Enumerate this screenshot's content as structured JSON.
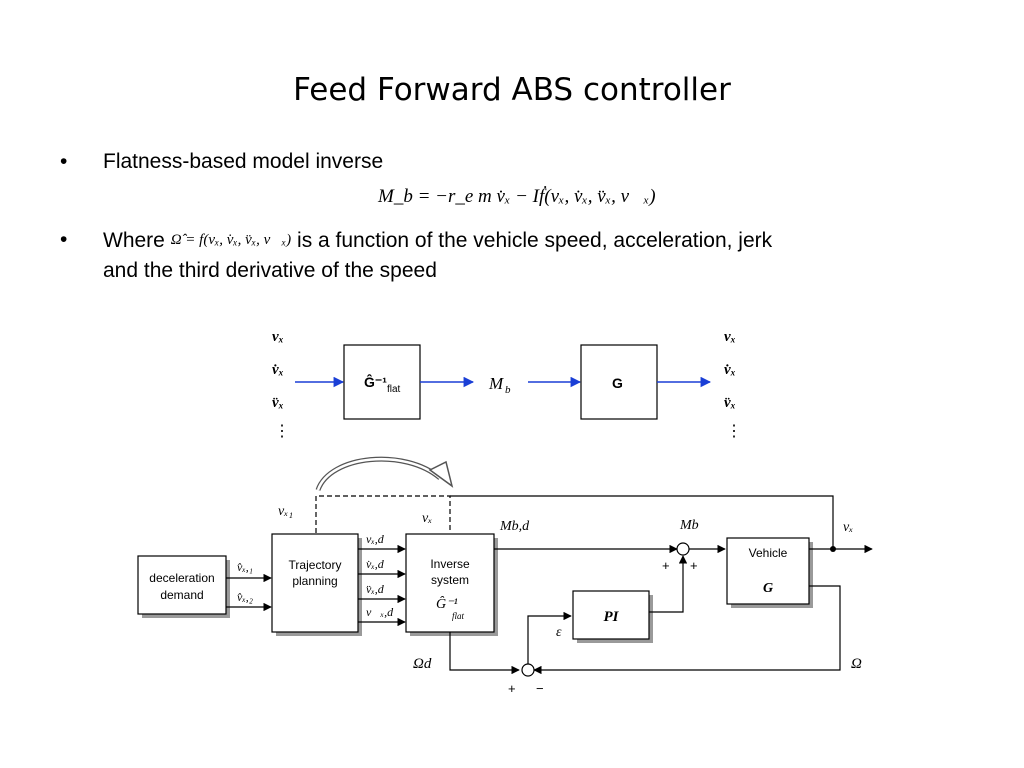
{
  "slide": {
    "title": "Feed Forward ABS controller",
    "bullets": [
      {
        "text": "Flatness-based model inverse"
      },
      {
        "prefix": "Where",
        "inline_formula": "Ω̂ = f(vₓ, v̇ₓ, v̈ₓ, v⃛ₓ)",
        "text": "is a function of the vehicle speed, acceleration, jerk",
        "text_line2": "and the third derivative of the speed"
      }
    ],
    "equation": "M_b = −r_e m v̇ₓ − Iḟ(vₓ, v̇ₓ, v̈ₓ, v⃛ₓ)"
  },
  "top_diagram": {
    "inputs": [
      "vₓ",
      "v̇ₓ",
      "v̈ₓ",
      "⋮"
    ],
    "inverse_block": "Ĝ⁻¹",
    "inverse_block_sub": "flat",
    "signal": "M",
    "signal_sub": "b",
    "plant_block": "G",
    "outputs": [
      "vₓ",
      "v̇ₓ",
      "v̈ₓ",
      "⋮"
    ]
  },
  "bottom_diagram": {
    "decel_block": [
      "deceleration",
      "demand"
    ],
    "decel_outputs": [
      "v̂ₓ,₁",
      "v̂ₓ,₂"
    ],
    "traj_block": [
      "Trajectory",
      "planning"
    ],
    "vx1": "vₓ₁",
    "vx": "vₓ",
    "traj_outputs": [
      "vₓ,d",
      "v̇ₓ,d",
      "v̈ₓ,d",
      "v⃛ₓ,d"
    ],
    "inverse_block": [
      "Inverse",
      "system"
    ],
    "inverse_formula": "Ĝ⁻¹",
    "inverse_formula_sub": "flat",
    "mbd": "Mb,d",
    "mb": "Mb",
    "plus1": "+",
    "plus2": "+",
    "vehicle_block": "Vehicle",
    "vehicle_g": "G",
    "vx_out": "vₓ",
    "pi_block": "PI",
    "epsilon": "ε",
    "omega_d": "Ωd",
    "omega": "Ω",
    "sum_plus": "+",
    "sum_minus": "−"
  },
  "colors": {
    "arrow_blue": "#1a3fd6",
    "block_shadow": "#9a9a9a",
    "line": "#000000"
  }
}
